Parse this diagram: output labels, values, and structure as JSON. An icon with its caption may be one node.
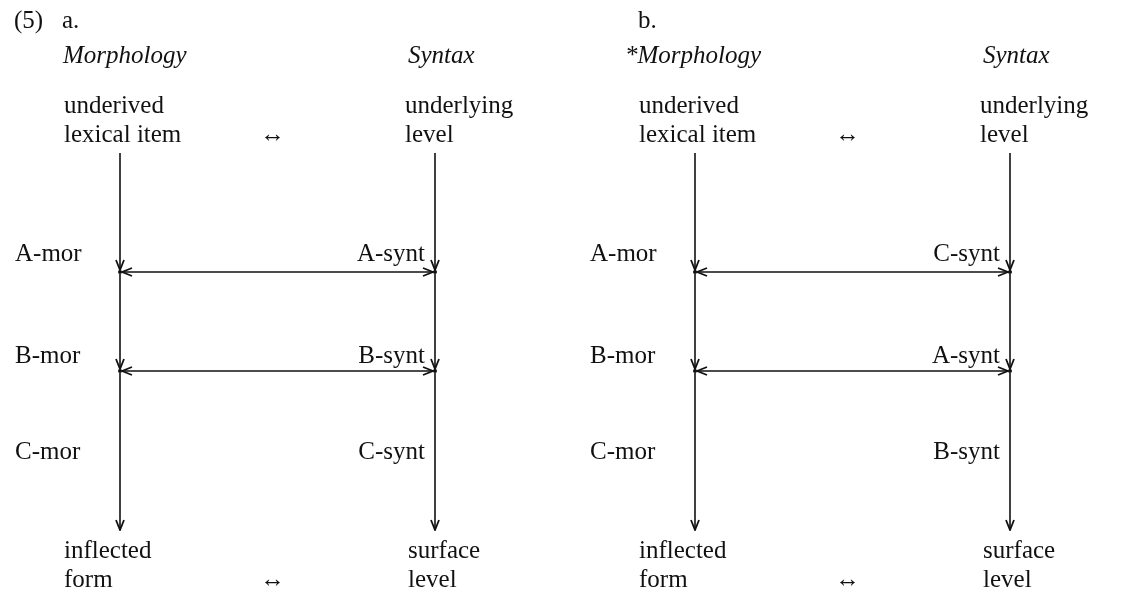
{
  "diagram": {
    "nodes": [
      {
        "text": [
          "underived lexical item"
        ]
      },
      {
        "text": [
          "underlying level"
        ]
      },
      {
        "text": [],
        "shape": "point"
      },
      {
        "text": [],
        "shape": "point"
      },
      {
        "text": [],
        "shape": "point"
      },
      {
        "text": [],
        "shape": "point"
      },
      {
        "text": [
          "inflected form"
        ]
      },
      {
        "text": [
          "surface level"
        ]
      },
      {
        "text": [
          "underived lexical item"
        ]
      },
      {
        "text": [
          "underlying level"
        ]
      },
      {
        "text": [],
        "shape": "point"
      },
      {
        "text": [],
        "shape": "point"
      },
      {
        "text": [],
        "shape": "point"
      },
      {
        "text": [],
        "shape": "point"
      },
      {
        "text": [
          "inflected form"
        ]
      },
      {
        "text": [
          "surface level"
        ]
      }
    ],
    "edges": [
      {
        "from": 0,
        "to": 2,
        "arrow": "to",
        "label": "A-mor"
      },
      {
        "from": 1,
        "to": 3,
        "arrow": "to",
        "label": "A-synt"
      },
      {
        "from": 2,
        "to": 3,
        "arrow": "both"
      },
      {
        "from": 2,
        "to": 4,
        "arrow": "to",
        "label": "B-mor"
      },
      {
        "from": 3,
        "to": 5,
        "arrow": "to",
        "label": "B-synt"
      },
      {
        "from": 4,
        "to": 5,
        "arrow": "both"
      },
      {
        "from": 4,
        "to": 6,
        "arrow": "to",
        "label": "C-mor"
      },
      {
        "from": 5,
        "to": 7,
        "arrow": "to",
        "label": "C-synt"
      },
      {
        "from": 8,
        "to": 10,
        "arrow": "to",
        "label": "A-mor"
      },
      {
        "from": 9,
        "to": 11,
        "arrow": "to",
        "label": "C-synt"
      },
      {
        "from": 10,
        "to": 11,
        "arrow": "both"
      },
      {
        "from": 10,
        "to": 12,
        "arrow": "to",
        "label": "B-mor"
      },
      {
        "from": 11,
        "to": 13,
        "arrow": "to",
        "label": "A-synt"
      },
      {
        "from": 12,
        "to": 13,
        "arrow": "both"
      },
      {
        "from": 12,
        "to": 14,
        "arrow": "to",
        "label": "C-mor"
      },
      {
        "from": 13,
        "to": 15,
        "arrow": "to",
        "label": "B-synt"
      }
    ],
    "labels": [
      "(5)",
      "a.",
      "Morphology",
      "Syntax",
      "b.",
      "*Morphology",
      "Syntax",
      "↔",
      "↔",
      "↔",
      "↔"
    ]
  }
}
